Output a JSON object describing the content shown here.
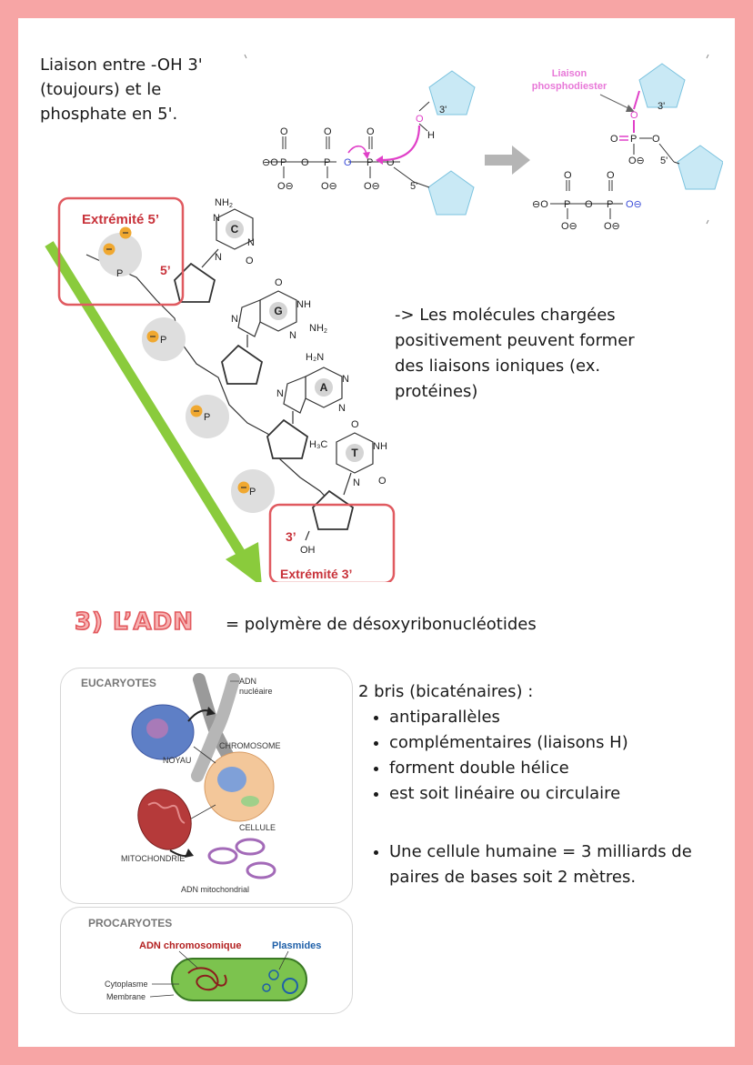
{
  "note_bond": {
    "line1": "Liaison entre -OH 3'",
    "line2": "(toujours) et le",
    "line3": "phosphate en 5'."
  },
  "reaction": {
    "label_line1": "Liaison",
    "label_line2": "phosphodiester",
    "h": "H",
    "o": "O",
    "p": "P",
    "pos3": "3'",
    "pos5": "5'"
  },
  "strand": {
    "label_5": "Extrémité 5’",
    "label_3": "Extrémité 3’",
    "mark_5": "5’",
    "mark_3": "3’",
    "oh": "OH",
    "bases": [
      "C",
      "G",
      "A",
      "T"
    ],
    "nh2": "NH",
    "nh2_sub": "2",
    "h2n": "H₂N",
    "h3c": "H₃C",
    "nh": "NH",
    "n": "N",
    "o": "O",
    "p": "P"
  },
  "note_charge": {
    "line1": "-> Les molécules chargées",
    "line2": "positivement peuvent former",
    "line3": "des liaisons ioniques (ex.",
    "line4": "protéines)"
  },
  "section": {
    "title": "3) L’ADN",
    "definition": "= polymère de désoxyribonucléotides"
  },
  "eucaryotes": {
    "title": "EUCARYOTES",
    "adn_nucleaire_1": "ADN",
    "adn_nucleaire_2": "nucléaire",
    "chromosome": "CHROMOSOME",
    "noyau": "NOYAU",
    "cellule": "CELLULE",
    "mitochondrie": "MITOCHONDRIE",
    "adn_mito": "ADN mitochondrial"
  },
  "procaryotes": {
    "title": "PROCARYOTES",
    "adn_chromo": "ADN chromosomique",
    "plasmides": "Plasmides",
    "cytoplasme": "Cytoplasme",
    "membrane": "Membrane"
  },
  "strands_info": {
    "intro": "2 bris (bicaténaires) :",
    "items": [
      "antiparallèles",
      "complémentaires (liaisons H)",
      "forment double hélice",
      "est soit linéaire ou circulaire"
    ],
    "human": "Une cellule humaine = 3 milliards de paires de bases soit 2 mètres."
  },
  "colors": {
    "frame": "#f7a5a5",
    "accent_red": "#c8323a",
    "pink": "#e040c8",
    "arrow_green": "#8acb3c",
    "charge_orange": "#f0a830"
  }
}
